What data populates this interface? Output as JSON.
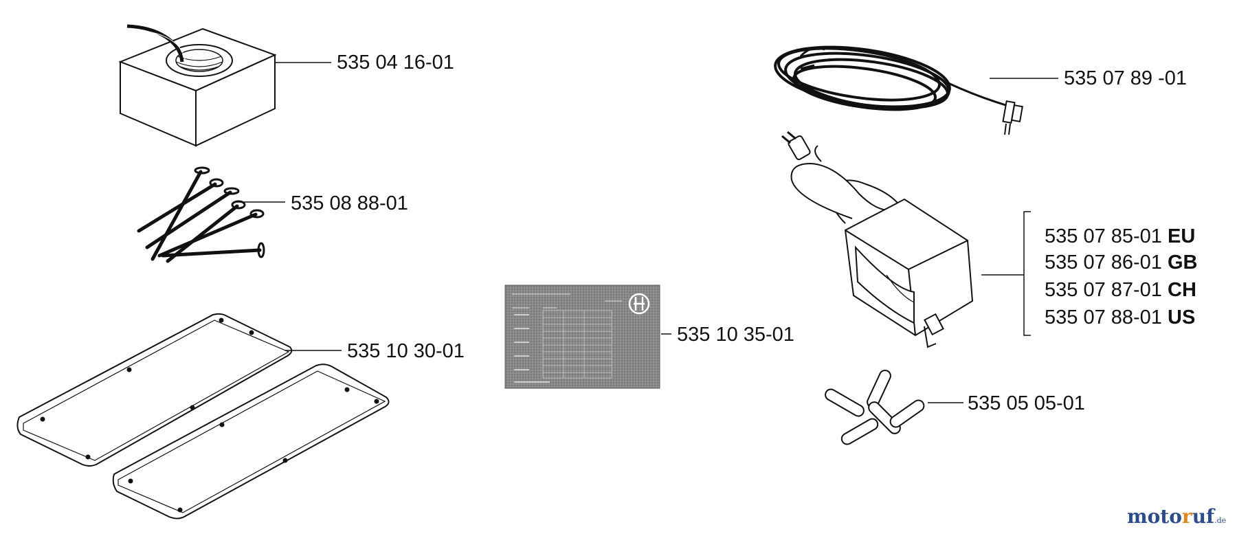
{
  "parts": [
    {
      "id": "wire-coil",
      "number": "535 04 16-01"
    },
    {
      "id": "pegs",
      "number": "535 08 88-01"
    },
    {
      "id": "plates",
      "number": "535 10 30-01"
    },
    {
      "id": "instruction-sheet",
      "number": "535 10 35-01"
    },
    {
      "id": "low-voltage-cable",
      "number": "535 07 89 -01"
    },
    {
      "id": "splices",
      "number": "535 05 05-01"
    }
  ],
  "power_supply_variants": [
    {
      "number": "535 07 85-01",
      "region": "EU"
    },
    {
      "number": "535 07 86-01",
      "region": "GB"
    },
    {
      "number": "535 07 87-01",
      "region": "CH"
    },
    {
      "number": "535 07 88-01",
      "region": "US"
    }
  ],
  "watermark": {
    "part1": "moto",
    "part2": "r",
    "part3": "uf",
    "tld": ".de"
  },
  "colors": {
    "ink": "#111111",
    "watermark_blue": "#2c4d8a",
    "watermark_orange": "#e0871c"
  }
}
